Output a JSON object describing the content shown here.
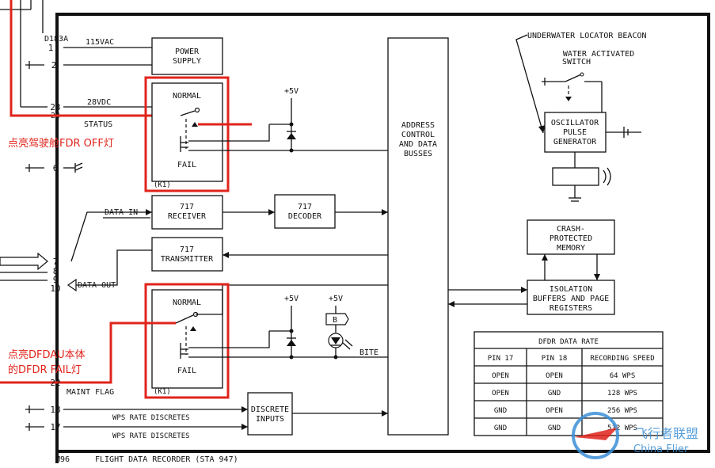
{
  "connector": {
    "id": "D183A",
    "pins": [
      "1",
      "2",
      "23",
      "24",
      "6",
      "7",
      "8",
      "9",
      "10",
      "22",
      "18",
      "17"
    ]
  },
  "signals": {
    "vac": "115VAC",
    "vdc": "28VDC",
    "status": "STATUS",
    "data_in": "DATA IN",
    "data_out": "DATA OUT",
    "maint_flag": "MAINT FLAG",
    "wps1": "WPS RATE DISCRETES",
    "wps2": "WPS RATE DISCRETES",
    "plus5v": "+5V",
    "bite": "BITE",
    "b_label": "B"
  },
  "blocks": {
    "power_supply": [
      "POWER",
      "SUPPLY"
    ],
    "relay_normal": "NORMAL",
    "relay_fail": "FAIL",
    "relay_k1": "(K1)",
    "receiver": [
      "717",
      "RECEIVER"
    ],
    "decoder": [
      "717",
      "DECODER"
    ],
    "transmitter": [
      "717",
      "TRANSMITTER"
    ],
    "discrete": [
      "DISCRETE",
      "INPUTS"
    ],
    "bus": [
      "ADDRESS",
      "CONTROL",
      "AND DATA",
      "BUSSES"
    ],
    "oscillator": [
      "OSCILLATOR",
      "PULSE",
      "GENERATOR"
    ],
    "crash_memory": [
      "CRASH-",
      "PROTECTED",
      "MEMORY"
    ],
    "isolation": [
      "ISOLATION",
      "BUFFERS AND PAGE",
      "REGISTERS"
    ]
  },
  "beacon": {
    "title": "UNDERWATER LOCATOR BEACON",
    "switch": [
      "WATER ACTIVATED",
      "SWITCH"
    ]
  },
  "rate_table": {
    "title": "DFDR DATA RATE",
    "headers": [
      "PIN 17",
      "PIN 18",
      "RECORDING SPEED"
    ],
    "rows": [
      [
        "OPEN",
        "OPEN",
        "64 WPS"
      ],
      [
        "OPEN",
        "GND",
        "128 WPS"
      ],
      [
        "GND",
        "OPEN",
        "256 WPS"
      ],
      [
        "GND",
        "GND",
        "512 WPS"
      ]
    ]
  },
  "annotations": {
    "cockpit": "点亮驾驶舱FDR OFF灯",
    "unit_line1": "点亮DFDAU本体",
    "unit_line2": "的DFDR FAIL灯"
  },
  "footer": {
    "code": "M96",
    "title": "FLIGHT DATA RECORDER (STA 947)"
  },
  "watermark": {
    "cn": "飞行者联盟",
    "en": "China Flier"
  },
  "colors": {
    "highlight": "#e0241c",
    "watermark": "#3a8fd6"
  }
}
